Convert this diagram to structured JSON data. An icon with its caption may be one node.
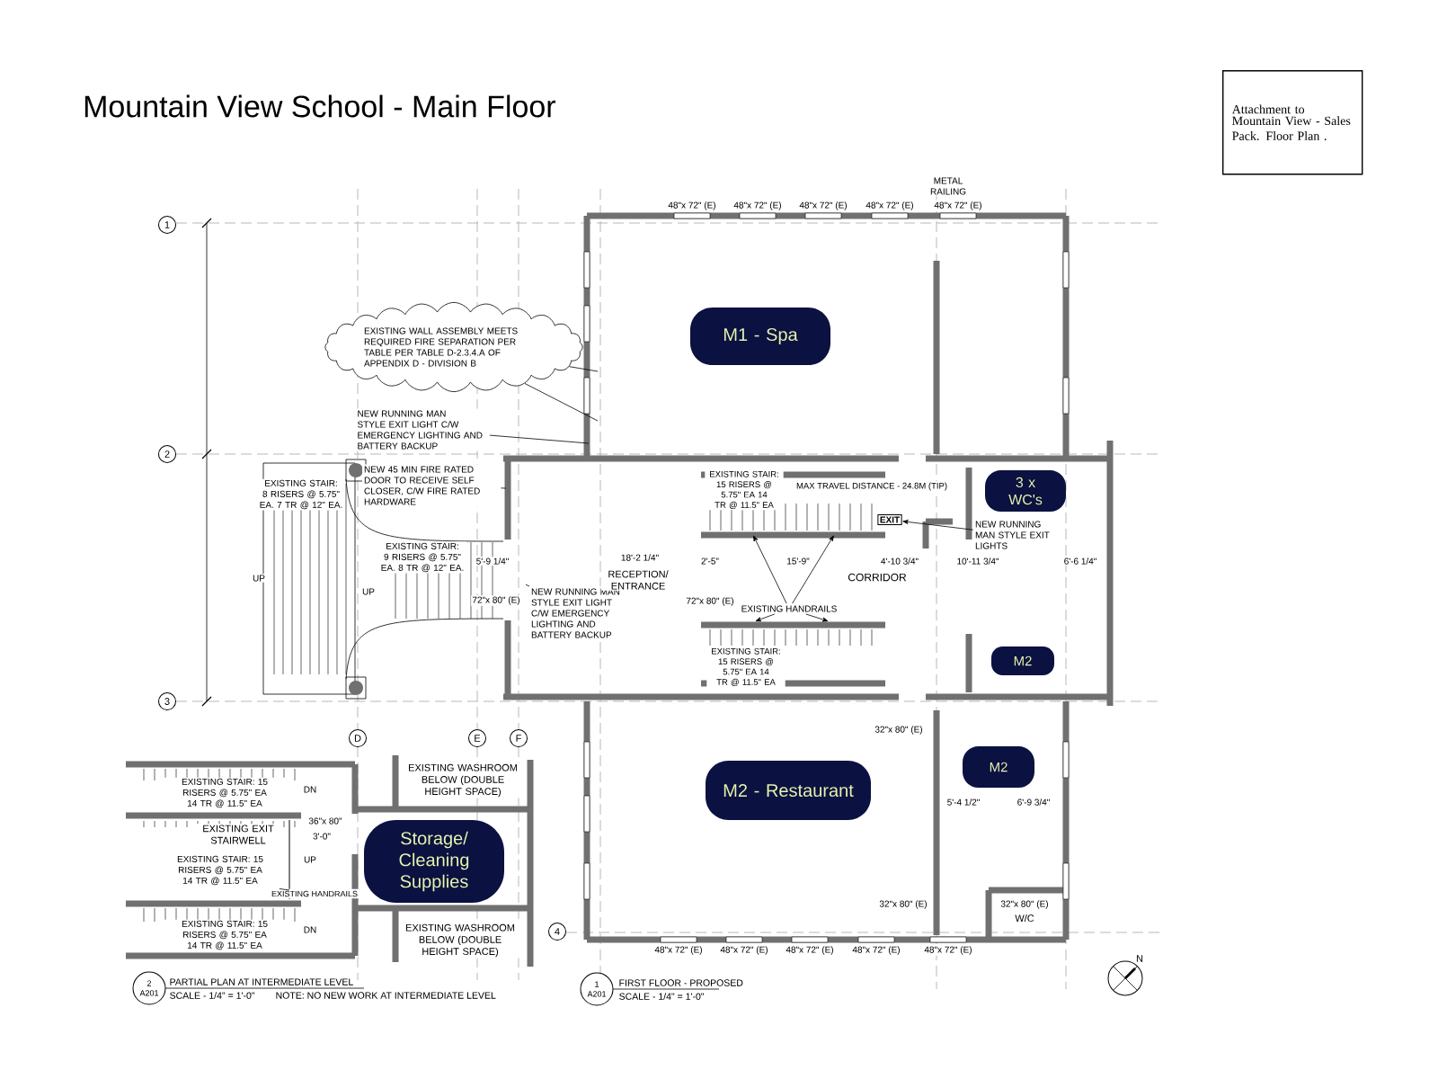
{
  "diagram": {
    "title": "Mountain View School - Main Floor",
    "nodes": [
      {
        "text": [
          "Attachment to Mountain View - Sales Pack. Floor Plan ."
        ]
      },
      {
        "text": [
          "M1 - Spa"
        ]
      },
      {
        "text": [
          "3 x WC's"
        ]
      },
      {
        "text": [
          "M2"
        ]
      },
      {
        "text": [
          "M2"
        ]
      },
      {
        "text": [
          "M2 - Restaurant"
        ]
      },
      {
        "text": [
          "Storage/ Cleaning Supplies"
        ]
      },
      {
        "text": [
          "EXISTING WALL ASSEMBLY MEETS REQUIRED FIRE SEPARATION PER TABLE PER TABLE D-2.3.4.A OF APPENDIX D - DIVISION B"
        ]
      },
      {
        "text": [
          "NEW RUNNING MAN STYLE EXIT LIGHT C/W EMERGENCY LIGHTING AND BATTERY BACKUP"
        ]
      },
      {
        "text": [
          "NEW 45 MIN FIRE RATED DOOR TO RECEIVE SELF CLOSER, C/W FIRE RATED HARDWARE"
        ]
      },
      {
        "text": [
          "NEW RUNNING MAN STYLE EXIT LIGHT C/W EMERGENCY LIGHTING AND BATTERY BACKUP"
        ]
      },
      {
        "text": [
          "NEW RUNNING MAN STYLE EXIT LIGHTS"
        ]
      },
      {
        "text": [
          "EXIT"
        ]
      },
      {
        "text": [
          "EXISTING HANDRAILS"
        ]
      },
      {
        "text": [
          "EXISTING HANDRAILS"
        ]
      },
      {
        "text": [
          "1"
        ]
      },
      {
        "text": [
          "2"
        ]
      },
      {
        "text": [
          "3"
        ]
      },
      {
        "text": [
          "4"
        ]
      },
      {
        "text": [
          "D"
        ]
      },
      {
        "text": [
          "E"
        ]
      },
      {
        "text": [
          "F"
        ]
      },
      {
        "text": [
          "2",
          "A201"
        ]
      },
      {
        "text": [
          "1",
          "A201"
        ]
      }
    ],
    "edges": [
      {
        "from": 7,
        "to": null,
        "arrow": "none"
      },
      {
        "from": 7,
        "to": null,
        "arrow": "none"
      },
      {
        "from": 8,
        "to": null,
        "arrow": "none"
      },
      {
        "from": 9,
        "to": null,
        "arrow": "none"
      },
      {
        "from": 10,
        "to": null,
        "arrow": "none"
      },
      {
        "from": 11,
        "to": 12,
        "arrow": "to"
      },
      {
        "from": 13,
        "to": null,
        "arrow": "to"
      },
      {
        "from": 13,
        "to": null,
        "arrow": "to"
      },
      {
        "from": 13,
        "to": null,
        "arrow": "to"
      },
      {
        "from": 13,
        "to": null,
        "arrow": "to"
      },
      {
        "from": 14,
        "to": null,
        "arrow": "none"
      }
    ],
    "labels": [
      "METAL RAILING",
      "48\"x 72\" (E)",
      "48\"x 72\" (E)",
      "48\"x 72\" (E)",
      "48\"x 72\" (E)",
      "48\"x 72\" (E)",
      "EXISTING STAIR: 8 RISERS @ 5.75\" EA. 7 TR @ 12\" EA.",
      "UP",
      "EXISTING STAIR: 9 RISERS @ 5.75\" EA. 8 TR @ 12\" EA.",
      "UP",
      "5'-9 1/4\"",
      "72\"x 80\" (E)",
      "RECEPTION/ ENTRANCE",
      "18'-2 1/4\"",
      "EXISTING STAIR: 15 RISERS @ 5.75\" EA 14 TR @ 11.5\" EA",
      "MAX TRAVEL DISTANCE - 24.8M (TIP)",
      "2'-5\"",
      "15'-9\"",
      "CORRIDOR",
      "4'-10 3/4\"",
      "10'-11 3/4\"",
      "6'-6 1/4\"",
      "72\"x 80\" (E)",
      "EXISTING STAIR: 15 RISERS @ 5.75\" EA 14 TR @ 11.5\" EA",
      "32\"x 80\" (E)",
      "5'-4 1/2\"",
      "6'-9 3/4\"",
      "32\"x 80\" (E)",
      "32\"x 80\" (E)",
      "W/C",
      "48\"x 72\" (E)",
      "48\"x 72\" (E)",
      "48\"x 72\" (E)",
      "48\"x 72\" (E)",
      "48\"x 72\" (E)",
      "EXISTING STAIR: 15 RISERS @ 5.75\" EA 14 TR @ 11.5\" EA",
      "DN",
      "EXISTING EXIT STAIRWELL",
      "3'-0\"",
      "36\"x 80\"",
      "EXISTING STAIR: 15 RISERS @ 5.75\" EA 14 TR @ 11.5\" EA",
      "UP",
      "DN",
      "EXISTING STAIR: 15 RISERS @ 5.75\" EA 14 TR @ 11.5\" EA",
      "EXISTING WASHROOM BELOW (DOUBLE HEIGHT SPACE)",
      "EXISTING WASHROOM BELOW (DOUBLE HEIGHT SPACE)",
      "PARTIAL PLAN AT INTERMEDIATE LEVEL",
      "SCALE - 1/4\" = 1'-0\"",
      "NOTE: NO NEW WORK AT INTERMEDIATE LEVEL",
      "FIRST FLOOR - PROPOSED",
      "SCALE - 1/4\" = 1'-0\"",
      "N"
    ]
  }
}
